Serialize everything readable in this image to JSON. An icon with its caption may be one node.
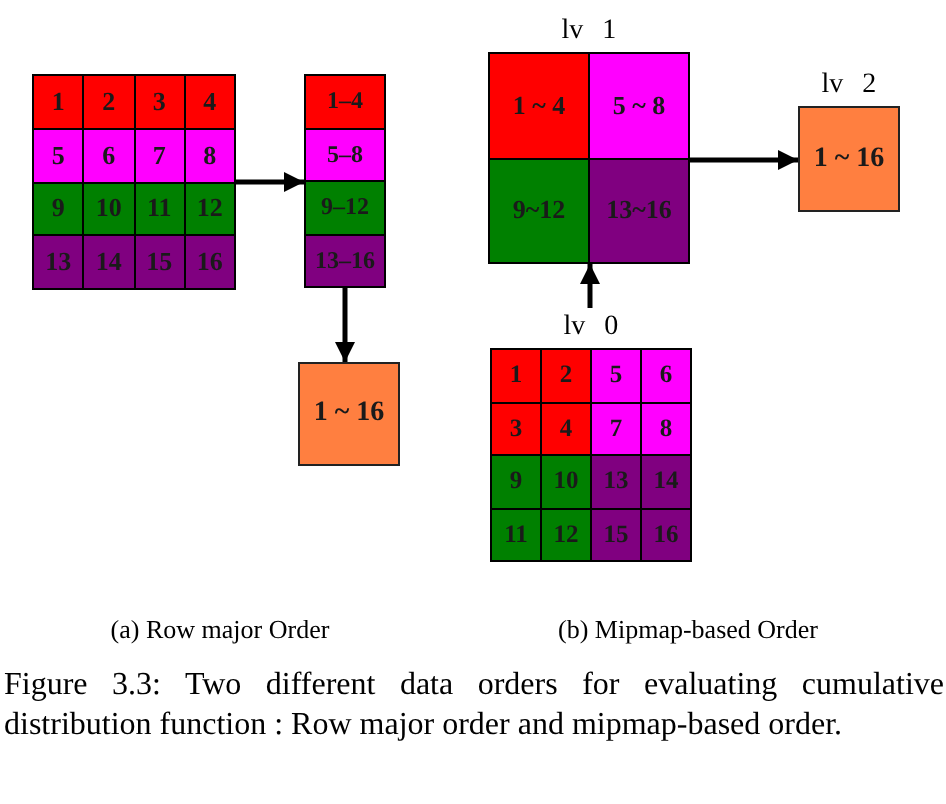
{
  "diagram": {
    "caption": "Figure 3.3: Two different data orders for evaluating cumulative distribution function : Row major order and mipmap-based order.",
    "nodes": [
      {
        "text": [],
        "shape": "box"
      },
      {
        "text": [
          "1"
        ],
        "in": 0
      },
      {
        "text": [
          "2"
        ],
        "in": 0
      },
      {
        "text": [
          "3"
        ],
        "in": 0
      },
      {
        "text": [
          "4"
        ],
        "in": 0
      },
      {
        "text": [
          "5"
        ],
        "in": 0
      },
      {
        "text": [
          "6"
        ],
        "in": 0
      },
      {
        "text": [
          "7"
        ],
        "in": 0
      },
      {
        "text": [
          "8"
        ],
        "in": 0
      },
      {
        "text": [
          "9"
        ],
        "in": 0
      },
      {
        "text": [
          "10"
        ],
        "in": 0
      },
      {
        "text": [
          "11"
        ],
        "in": 0
      },
      {
        "text": [
          "12"
        ],
        "in": 0
      },
      {
        "text": [
          "13"
        ],
        "in": 0
      },
      {
        "text": [
          "14"
        ],
        "in": 0
      },
      {
        "text": [
          "15"
        ],
        "in": 0
      },
      {
        "text": [
          "16"
        ],
        "in": 0
      },
      {
        "text": [],
        "shape": "box"
      },
      {
        "text": [
          "1–4"
        ],
        "in": 17
      },
      {
        "text": [
          "5–8"
        ],
        "in": 17
      },
      {
        "text": [
          "9–12"
        ],
        "in": 17
      },
      {
        "text": [
          "13–16"
        ],
        "in": 17
      },
      {
        "text": [
          "1 ~ 16"
        ]
      },
      {
        "text": [
          "lv 1"
        ]
      },
      {
        "text": [
          "1 ~ 4"
        ],
        "in": 23
      },
      {
        "text": [
          "5 ~ 8"
        ],
        "in": 23
      },
      {
        "text": [
          "9~12"
        ],
        "in": 23
      },
      {
        "text": [
          "13~16"
        ],
        "in": 23
      },
      {
        "text": [
          "lv 2",
          "1 ~ 16"
        ]
      },
      {
        "text": [
          "lv 0"
        ]
      },
      {
        "text": [
          "1"
        ],
        "in": 29
      },
      {
        "text": [
          "2"
        ],
        "in": 29
      },
      {
        "text": [
          "5"
        ],
        "in": 29
      },
      {
        "text": [
          "6"
        ],
        "in": 29
      },
      {
        "text": [
          "3"
        ],
        "in": 29
      },
      {
        "text": [
          "4"
        ],
        "in": 29
      },
      {
        "text": [
          "7"
        ],
        "in": 29
      },
      {
        "text": [
          "8"
        ],
        "in": 29
      },
      {
        "text": [
          "9"
        ],
        "in": 29
      },
      {
        "text": [
          "10"
        ],
        "in": 29
      },
      {
        "text": [
          "13"
        ],
        "in": 29
      },
      {
        "text": [
          "14"
        ],
        "in": 29
      },
      {
        "text": [
          "11"
        ],
        "in": 29
      },
      {
        "text": [
          "12"
        ],
        "in": 29
      },
      {
        "text": [
          "15"
        ],
        "in": 29
      },
      {
        "text": [
          "16"
        ],
        "in": 29
      }
    ],
    "edges": [
      {
        "from": 0,
        "to": 17,
        "arrow": "to"
      },
      {
        "from": 17,
        "to": 22,
        "arrow": "to"
      },
      {
        "from": 29,
        "to": 23,
        "arrow": "to"
      },
      {
        "from": 23,
        "to": 28,
        "arrow": "to"
      }
    ],
    "labels": [
      "(a) Row major Order",
      "(b) Mipmap-based Order"
    ]
  }
}
